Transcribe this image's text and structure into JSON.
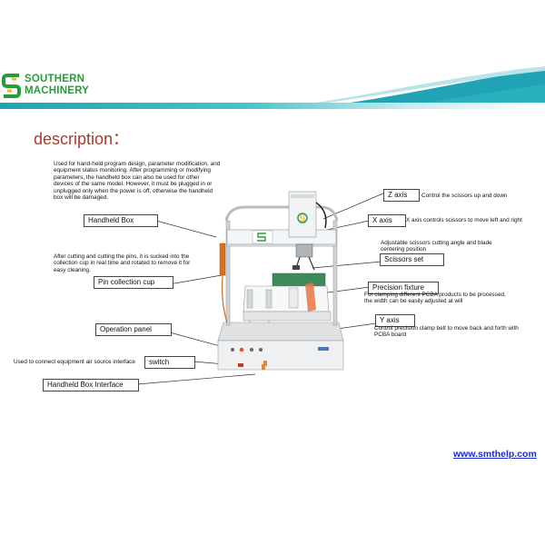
{
  "header": {
    "logo_line1": "SOUTHERN",
    "logo_line2": "MACHINERY"
  },
  "title": "description：",
  "notes": {
    "handheld": "Used for hand-held program design, parameter modification, and equipment status monitoring. After programming or modifying parameters, the handheld box can also be used for other devices of the same model. However, it must be plugged in or unplugged only when the power is off, otherwise the handheld box will be damaged.",
    "pin_cup": "After cutting and cutting the pins, it is sucked into the collection cup in real time and rotated to remove it for easy cleaning.",
    "z_axis": "Control the scissors up and down",
    "x_axis": "X axis controls scissors to move left and right",
    "scissors": "Adjustable scissors cutting angle and blade centering position",
    "fixture": "For clamping different PCBA products to be processed, the width can be easily adjusted at will",
    "y_axis": "Control precision clamp belt to move back and forth with PCBA board",
    "air": "Used to connect equipment air source interface"
  },
  "labels": {
    "handheld_box": "Handheld Box",
    "pin_collection_cup": "Pin collection cup",
    "operation_panel": "Operation panel",
    "switch": "switch",
    "handheld_box_interface": "Handheld Box Interface",
    "z_axis": "Z axis",
    "x_axis": "X axis",
    "scissors_set": "Scissors set",
    "precision_fixture": "Precision fixture",
    "y_axis": "Y axis"
  },
  "machine": {
    "brand_mark": "S"
  },
  "footer": {
    "url": "www.smthelp.com"
  },
  "colors": {
    "accent_teal": "#1fa3b5",
    "logo_green": "#2a9b3a",
    "title_red": "#a83c2c",
    "link_blue": "#1a2ec8"
  }
}
